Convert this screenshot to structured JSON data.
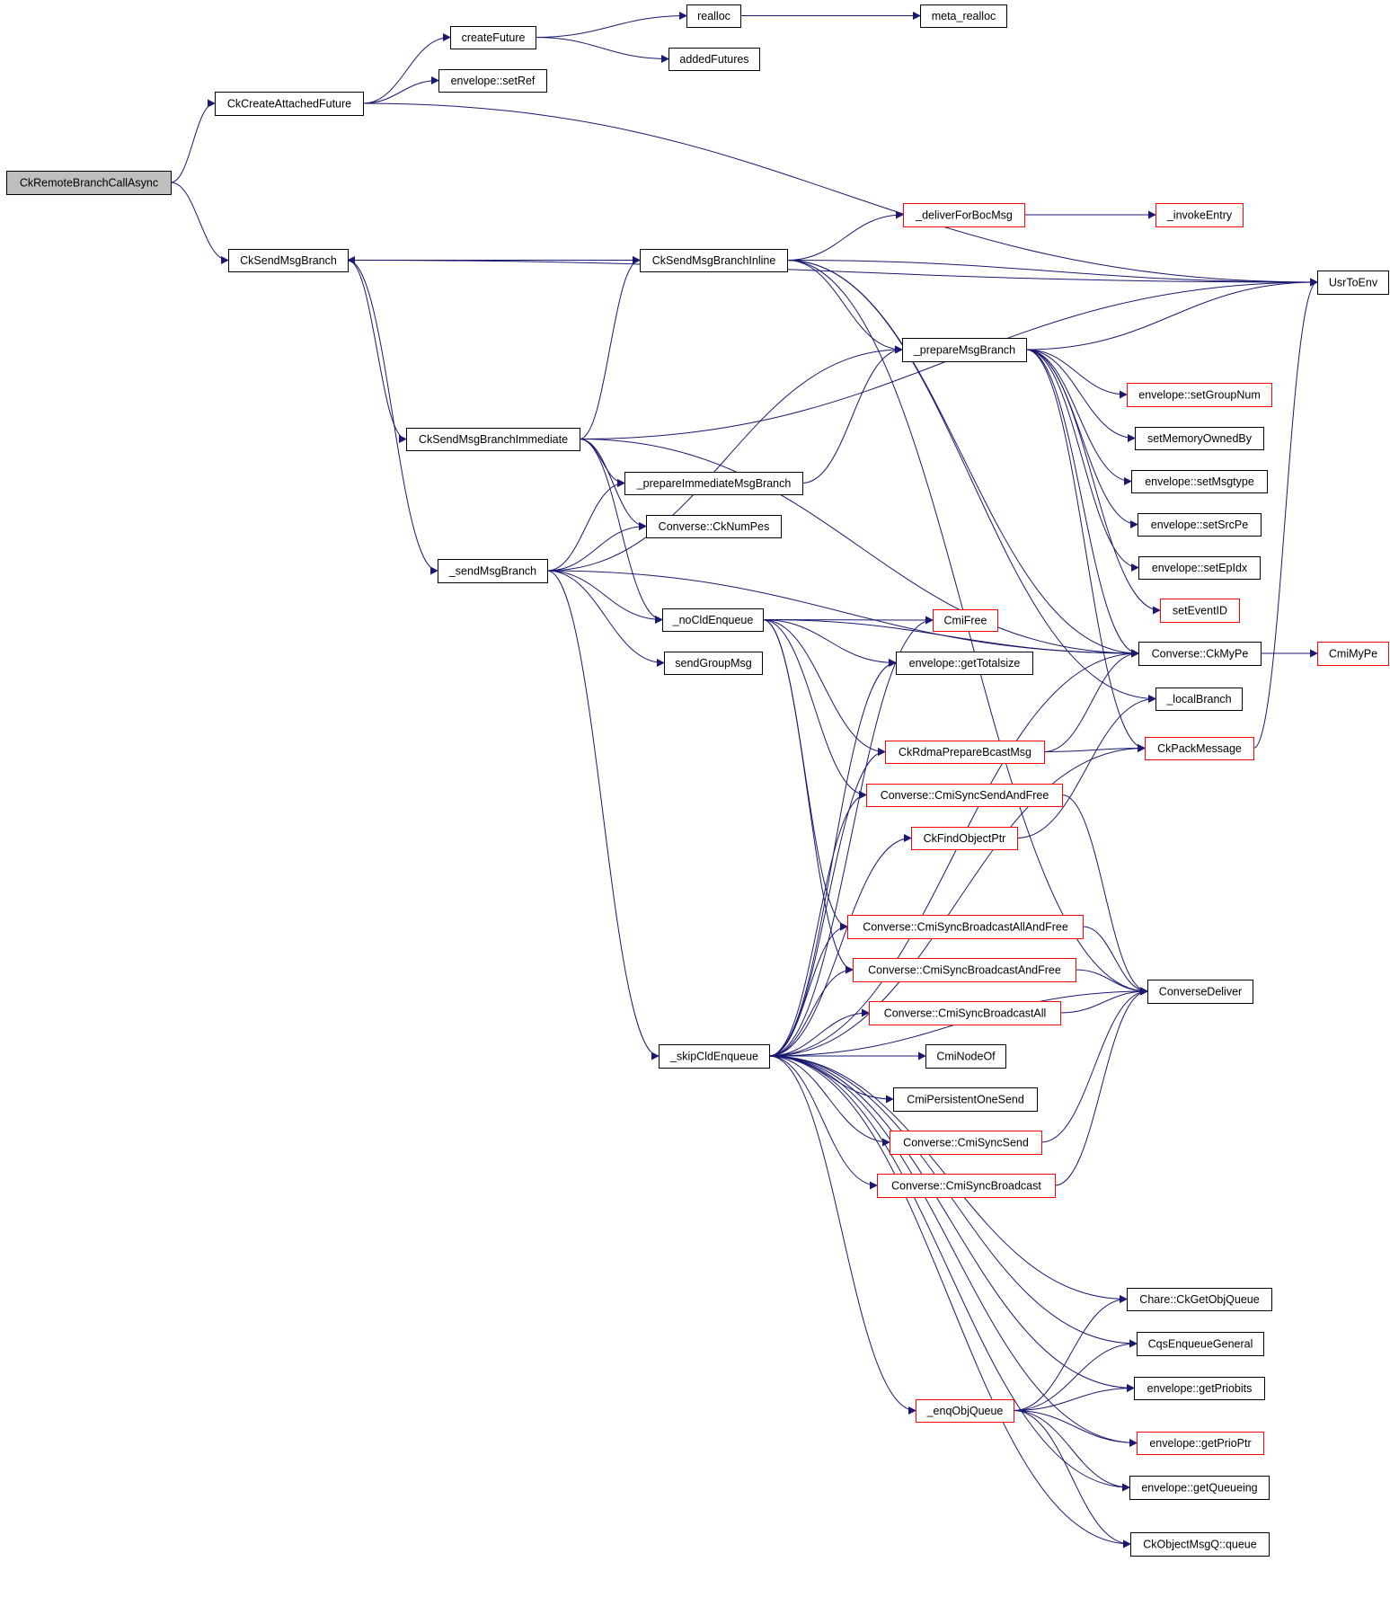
{
  "diagram": {
    "type": "call-graph",
    "title": "CkRemoteBranchCallAsync",
    "colors": {
      "edge": "#191970",
      "root_fill": "#bfbfbf",
      "default_border": "#000000",
      "truncated_border": "#ff0000",
      "node_fill": "#ffffff"
    },
    "nodes": [
      {
        "id": "CkRemoteBranchCallAsync",
        "label": "CkRemoteBranchCallAsync",
        "style": "root"
      },
      {
        "id": "CkCreateAttachedFuture",
        "label": "CkCreateAttachedFuture",
        "style": "normal"
      },
      {
        "id": "createFuture",
        "label": "createFuture",
        "style": "normal"
      },
      {
        "id": "realloc",
        "label": "realloc",
        "style": "normal"
      },
      {
        "id": "meta_realloc",
        "label": "meta_realloc",
        "style": "normal"
      },
      {
        "id": "addedFutures",
        "label": "addedFutures",
        "style": "normal"
      },
      {
        "id": "envelope::setRef",
        "label": "envelope::setRef",
        "style": "normal"
      },
      {
        "id": "CkSendMsgBranch",
        "label": "CkSendMsgBranch",
        "style": "normal"
      },
      {
        "id": "CkSendMsgBranchInline",
        "label": "CkSendMsgBranchInline",
        "style": "normal"
      },
      {
        "id": "_deliverForBocMsg",
        "label": "_deliverForBocMsg",
        "style": "truncated"
      },
      {
        "id": "_invokeEntry",
        "label": "_invokeEntry",
        "style": "truncated"
      },
      {
        "id": "UsrToEnv",
        "label": "UsrToEnv",
        "style": "normal"
      },
      {
        "id": "_prepareMsgBranch",
        "label": "_prepareMsgBranch",
        "style": "normal"
      },
      {
        "id": "envelope::setGroupNum",
        "label": "envelope::setGroupNum",
        "style": "truncated"
      },
      {
        "id": "setMemoryOwnedBy",
        "label": "setMemoryOwnedBy",
        "style": "normal"
      },
      {
        "id": "envelope::setMsgtype",
        "label": "envelope::setMsgtype",
        "style": "normal"
      },
      {
        "id": "envelope::setSrcPe",
        "label": "envelope::setSrcPe",
        "style": "normal"
      },
      {
        "id": "envelope::setEpIdx",
        "label": "envelope::setEpIdx",
        "style": "normal"
      },
      {
        "id": "setEventID",
        "label": "setEventID",
        "style": "truncated"
      },
      {
        "id": "CkSendMsgBranchImmediate",
        "label": "CkSendMsgBranchImmediate",
        "style": "normal"
      },
      {
        "id": "_prepareImmediateMsgBranch",
        "label": "_prepareImmediateMsgBranch",
        "style": "normal"
      },
      {
        "id": "Converse::CkNumPes",
        "label": "Converse::CkNumPes",
        "style": "normal"
      },
      {
        "id": "_sendMsgBranch",
        "label": "_sendMsgBranch",
        "style": "normal"
      },
      {
        "id": "_noCldEnqueue",
        "label": "_noCldEnqueue",
        "style": "normal"
      },
      {
        "id": "sendGroupMsg",
        "label": "sendGroupMsg",
        "style": "normal"
      },
      {
        "id": "CmiFree",
        "label": "CmiFree",
        "style": "truncated"
      },
      {
        "id": "envelope::getTotalsize",
        "label": "envelope::getTotalsize",
        "style": "normal"
      },
      {
        "id": "Converse::CkMyPe",
        "label": "Converse::CkMyPe",
        "style": "normal"
      },
      {
        "id": "CmiMyPe",
        "label": "CmiMyPe",
        "style": "truncated"
      },
      {
        "id": "_localBranch",
        "label": "_localBranch",
        "style": "normal"
      },
      {
        "id": "CkRdmaPrepareBcastMsg",
        "label": "CkRdmaPrepareBcastMsg",
        "style": "truncated"
      },
      {
        "id": "CkPackMessage",
        "label": "CkPackMessage",
        "style": "truncated"
      },
      {
        "id": "Converse::CmiSyncSendAndFree",
        "label": "Converse::CmiSyncSendAndFree",
        "style": "truncated"
      },
      {
        "id": "CkFindObjectPtr",
        "label": "CkFindObjectPtr",
        "style": "truncated"
      },
      {
        "id": "Converse::CmiSyncBroadcastAllAndFree",
        "label": "Converse::CmiSyncBroadcastAllAndFree",
        "style": "truncated"
      },
      {
        "id": "Converse::CmiSyncBroadcastAndFree",
        "label": "Converse::CmiSyncBroadcastAndFree",
        "style": "truncated"
      },
      {
        "id": "ConverseDeliver",
        "label": "ConverseDeliver",
        "style": "normal"
      },
      {
        "id": "Converse::CmiSyncBroadcastAll",
        "label": "Converse::CmiSyncBroadcastAll",
        "style": "truncated"
      },
      {
        "id": "_skipCldEnqueue",
        "label": "_skipCldEnqueue",
        "style": "normal"
      },
      {
        "id": "CmiNodeOf",
        "label": "CmiNodeOf",
        "style": "normal"
      },
      {
        "id": "CmiPersistentOneSend",
        "label": "CmiPersistentOneSend",
        "style": "normal"
      },
      {
        "id": "Converse::CmiSyncSend",
        "label": "Converse::CmiSyncSend",
        "style": "truncated"
      },
      {
        "id": "Converse::CmiSyncBroadcast",
        "label": "Converse::CmiSyncBroadcast",
        "style": "truncated"
      },
      {
        "id": "Chare::CkGetObjQueue",
        "label": "Chare::CkGetObjQueue",
        "style": "normal"
      },
      {
        "id": "CqsEnqueueGeneral",
        "label": "CqsEnqueueGeneral",
        "style": "normal"
      },
      {
        "id": "envelope::getPriobits",
        "label": "envelope::getPriobits",
        "style": "normal"
      },
      {
        "id": "_enqObjQueue",
        "label": "_enqObjQueue",
        "style": "truncated"
      },
      {
        "id": "envelope::getPrioPtr",
        "label": "envelope::getPrioPtr",
        "style": "truncated"
      },
      {
        "id": "envelope::getQueueing",
        "label": "envelope::getQueueing",
        "style": "normal"
      },
      {
        "id": "CkObjectMsgQ::queue",
        "label": "CkObjectMsgQ::queue",
        "style": "normal"
      }
    ],
    "edges": [
      [
        "CkRemoteBranchCallAsync",
        "CkCreateAttachedFuture"
      ],
      [
        "CkRemoteBranchCallAsync",
        "CkSendMsgBranch"
      ],
      [
        "CkCreateAttachedFuture",
        "createFuture"
      ],
      [
        "CkCreateAttachedFuture",
        "envelope::setRef"
      ],
      [
        "CkCreateAttachedFuture",
        "UsrToEnv"
      ],
      [
        "createFuture",
        "realloc"
      ],
      [
        "createFuture",
        "addedFutures"
      ],
      [
        "realloc",
        "meta_realloc"
      ],
      [
        "CkSendMsgBranch",
        "UsrToEnv"
      ],
      [
        "CkSendMsgBranch",
        "CkSendMsgBranchInline"
      ],
      [
        "CkSendMsgBranch",
        "CkSendMsgBranchImmediate"
      ],
      [
        "CkSendMsgBranch",
        "_sendMsgBranch"
      ],
      [
        "CkSendMsgBranchInline",
        "CkSendMsgBranch"
      ],
      [
        "CkSendMsgBranchInline",
        "_deliverForBocMsg"
      ],
      [
        "CkSendMsgBranchInline",
        "UsrToEnv"
      ],
      [
        "CkSendMsgBranchInline",
        "_prepareMsgBranch"
      ],
      [
        "CkSendMsgBranchInline",
        "Converse::CkMyPe"
      ],
      [
        "CkSendMsgBranchInline",
        "_localBranch"
      ],
      [
        "CkSendMsgBranchInline",
        "ConverseDeliver"
      ],
      [
        "_deliverForBocMsg",
        "_invokeEntry"
      ],
      [
        "_prepareMsgBranch",
        "UsrToEnv"
      ],
      [
        "_prepareMsgBranch",
        "envelope::setGroupNum"
      ],
      [
        "_prepareMsgBranch",
        "setMemoryOwnedBy"
      ],
      [
        "_prepareMsgBranch",
        "envelope::setMsgtype"
      ],
      [
        "_prepareMsgBranch",
        "envelope::setSrcPe"
      ],
      [
        "_prepareMsgBranch",
        "envelope::setEpIdx"
      ],
      [
        "_prepareMsgBranch",
        "setEventID"
      ],
      [
        "_prepareMsgBranch",
        "Converse::CkMyPe"
      ],
      [
        "_prepareMsgBranch",
        "CkPackMessage"
      ],
      [
        "CkSendMsgBranchImmediate",
        "CkSendMsgBranchInline"
      ],
      [
        "CkSendMsgBranchImmediate",
        "UsrToEnv"
      ],
      [
        "CkSendMsgBranchImmediate",
        "_prepareImmediateMsgBranch"
      ],
      [
        "CkSendMsgBranchImmediate",
        "Converse::CkNumPes"
      ],
      [
        "CkSendMsgBranchImmediate",
        "_noCldEnqueue"
      ],
      [
        "CkSendMsgBranchImmediate",
        "Converse::CkMyPe"
      ],
      [
        "_prepareImmediateMsgBranch",
        "_prepareMsgBranch"
      ],
      [
        "_sendMsgBranch",
        "_prepareImmediateMsgBranch"
      ],
      [
        "_sendMsgBranch",
        "Converse::CkNumPes"
      ],
      [
        "_sendMsgBranch",
        "_prepareMsgBranch"
      ],
      [
        "_sendMsgBranch",
        "_noCldEnqueue"
      ],
      [
        "_sendMsgBranch",
        "sendGroupMsg"
      ],
      [
        "_sendMsgBranch",
        "_skipCldEnqueue"
      ],
      [
        "_sendMsgBranch",
        "Converse::CkMyPe"
      ],
      [
        "_noCldEnqueue",
        "CmiFree"
      ],
      [
        "_noCldEnqueue",
        "envelope::getTotalsize"
      ],
      [
        "_noCldEnqueue",
        "Converse::CkMyPe"
      ],
      [
        "_noCldEnqueue",
        "CkRdmaPrepareBcastMsg"
      ],
      [
        "_noCldEnqueue",
        "Converse::CmiSyncSendAndFree"
      ],
      [
        "_noCldEnqueue",
        "Converse::CmiSyncBroadcastAllAndFree"
      ],
      [
        "_noCldEnqueue",
        "Converse::CmiSyncBroadcastAndFree"
      ],
      [
        "Converse::CkMyPe",
        "CmiMyPe"
      ],
      [
        "CkRdmaPrepareBcastMsg",
        "Converse::CkMyPe"
      ],
      [
        "CkRdmaPrepareBcastMsg",
        "CkPackMessage"
      ],
      [
        "CkPackMessage",
        "UsrToEnv"
      ],
      [
        "Converse::CmiSyncSendAndFree",
        "ConverseDeliver"
      ],
      [
        "CkFindObjectPtr",
        "_localBranch"
      ],
      [
        "Converse::CmiSyncBroadcastAllAndFree",
        "ConverseDeliver"
      ],
      [
        "Converse::CmiSyncBroadcastAndFree",
        "ConverseDeliver"
      ],
      [
        "Converse::CmiSyncBroadcastAll",
        "ConverseDeliver"
      ],
      [
        "Converse::CmiSyncSend",
        "ConverseDeliver"
      ],
      [
        "Converse::CmiSyncBroadcast",
        "ConverseDeliver"
      ],
      [
        "_skipCldEnqueue",
        "CmiFree"
      ],
      [
        "_skipCldEnqueue",
        "envelope::getTotalsize"
      ],
      [
        "_skipCldEnqueue",
        "Converse::CkMyPe"
      ],
      [
        "_skipCldEnqueue",
        "CkRdmaPrepareBcastMsg"
      ],
      [
        "_skipCldEnqueue",
        "Converse::CmiSyncSendAndFree"
      ],
      [
        "_skipCldEnqueue",
        "CkFindObjectPtr"
      ],
      [
        "_skipCldEnqueue",
        "CkPackMessage"
      ],
      [
        "_skipCldEnqueue",
        "Converse::CmiSyncBroadcastAllAndFree"
      ],
      [
        "_skipCldEnqueue",
        "Converse::CmiSyncBroadcastAndFree"
      ],
      [
        "_skipCldEnqueue",
        "Converse::CmiSyncBroadcastAll"
      ],
      [
        "_skipCldEnqueue",
        "CmiNodeOf"
      ],
      [
        "_skipCldEnqueue",
        "CmiPersistentOneSend"
      ],
      [
        "_skipCldEnqueue",
        "Converse::CmiSyncSend"
      ],
      [
        "_skipCldEnqueue",
        "Converse::CmiSyncBroadcast"
      ],
      [
        "_skipCldEnqueue",
        "ConverseDeliver"
      ],
      [
        "_skipCldEnqueue",
        "Chare::CkGetObjQueue"
      ],
      [
        "_skipCldEnqueue",
        "CqsEnqueueGeneral"
      ],
      [
        "_skipCldEnqueue",
        "envelope::getPriobits"
      ],
      [
        "_skipCldEnqueue",
        "_enqObjQueue"
      ],
      [
        "_skipCldEnqueue",
        "envelope::getPrioPtr"
      ],
      [
        "_skipCldEnqueue",
        "envelope::getQueueing"
      ],
      [
        "_skipCldEnqueue",
        "CkObjectMsgQ::queue"
      ],
      [
        "_enqObjQueue",
        "Chare::CkGetObjQueue"
      ],
      [
        "_enqObjQueue",
        "CqsEnqueueGeneral"
      ],
      [
        "_enqObjQueue",
        "envelope::getPriobits"
      ],
      [
        "_enqObjQueue",
        "envelope::getPrioPtr"
      ],
      [
        "_enqObjQueue",
        "envelope::getQueueing"
      ],
      [
        "_enqObjQueue",
        "CkObjectMsgQ::queue"
      ]
    ]
  }
}
